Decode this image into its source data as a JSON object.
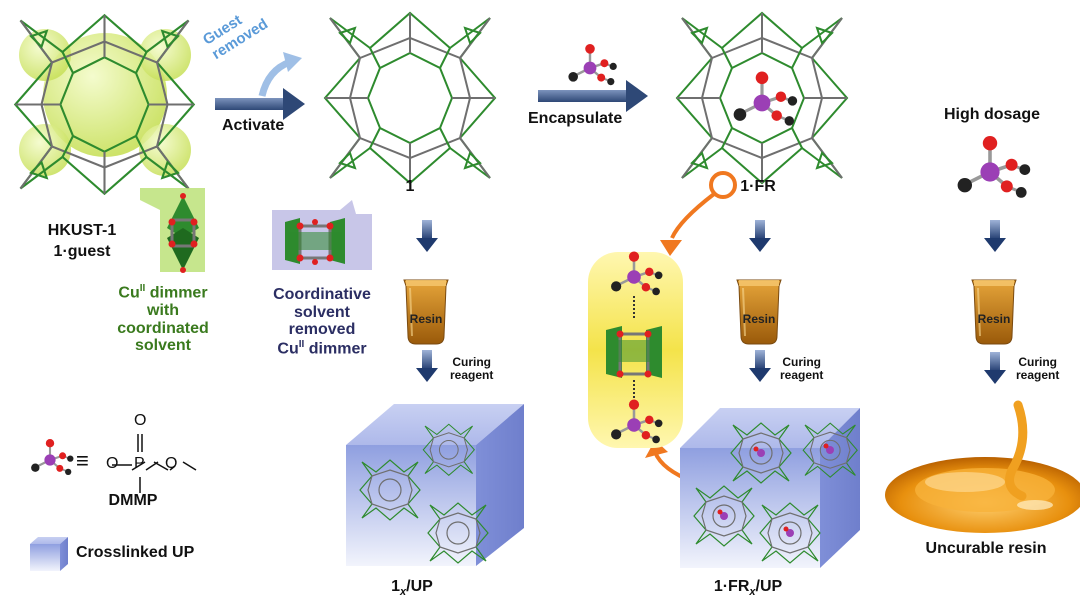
{
  "labels": {
    "hkust_line1": "HKUST-1",
    "hkust_line2": "1·guest",
    "cu_dimer_line1": "Cu",
    "cu_dimer_sup": "II",
    "cu_dimer_line1b": " dimmer",
    "cu_dimer_line2": "with",
    "cu_dimer_line3": "coordinated",
    "cu_dimer_line4": "solvent",
    "guest_removed_1": "Guest",
    "guest_removed_2": "removed",
    "activate": "Activate",
    "mof_1": "1",
    "coord_1": "Coordinative",
    "coord_2": "solvent",
    "coord_3": "removed",
    "coord_4_a": "Cu",
    "coord_4_sup": "II",
    "coord_4_b": " dimmer",
    "encapsulate": "Encapsulate",
    "mof_1fr": "1·FR",
    "high_dosage": "High dosage",
    "resin": "Resin",
    "curing_1": "Curing",
    "curing_2": "reagent",
    "dmmp": "DMMP",
    "crosslinked_up": "Crosslinked UP",
    "product_1x_a": "1",
    "product_1x_sub": "x",
    "product_1x_b": "/UP",
    "product_1frx_a": "1·FR",
    "product_1frx_sub": "x",
    "product_1frx_b": "/UP",
    "uncurable": "Uncurable resin",
    "dmmp_o": "O",
    "dmmp_p": "P",
    "dmmp_o2": "O",
    "dmmp_o3": "O",
    "dmmp_triple": "≡"
  },
  "colors": {
    "mof_green": "#2e8b2e",
    "mof_gray": "#6f6f6f",
    "arrow_blue": "#3f5f93",
    "orange": "#f07820",
    "cube_blue": "#9eaee8",
    "resin_amber": "#c77a12",
    "phosphorus": "#9b3fb5",
    "oxygen": "#e02020",
    "carbon": "#222222",
    "dimer_green": "#6fb21e",
    "solvent_removed_bg": "#c8c6e8"
  }
}
